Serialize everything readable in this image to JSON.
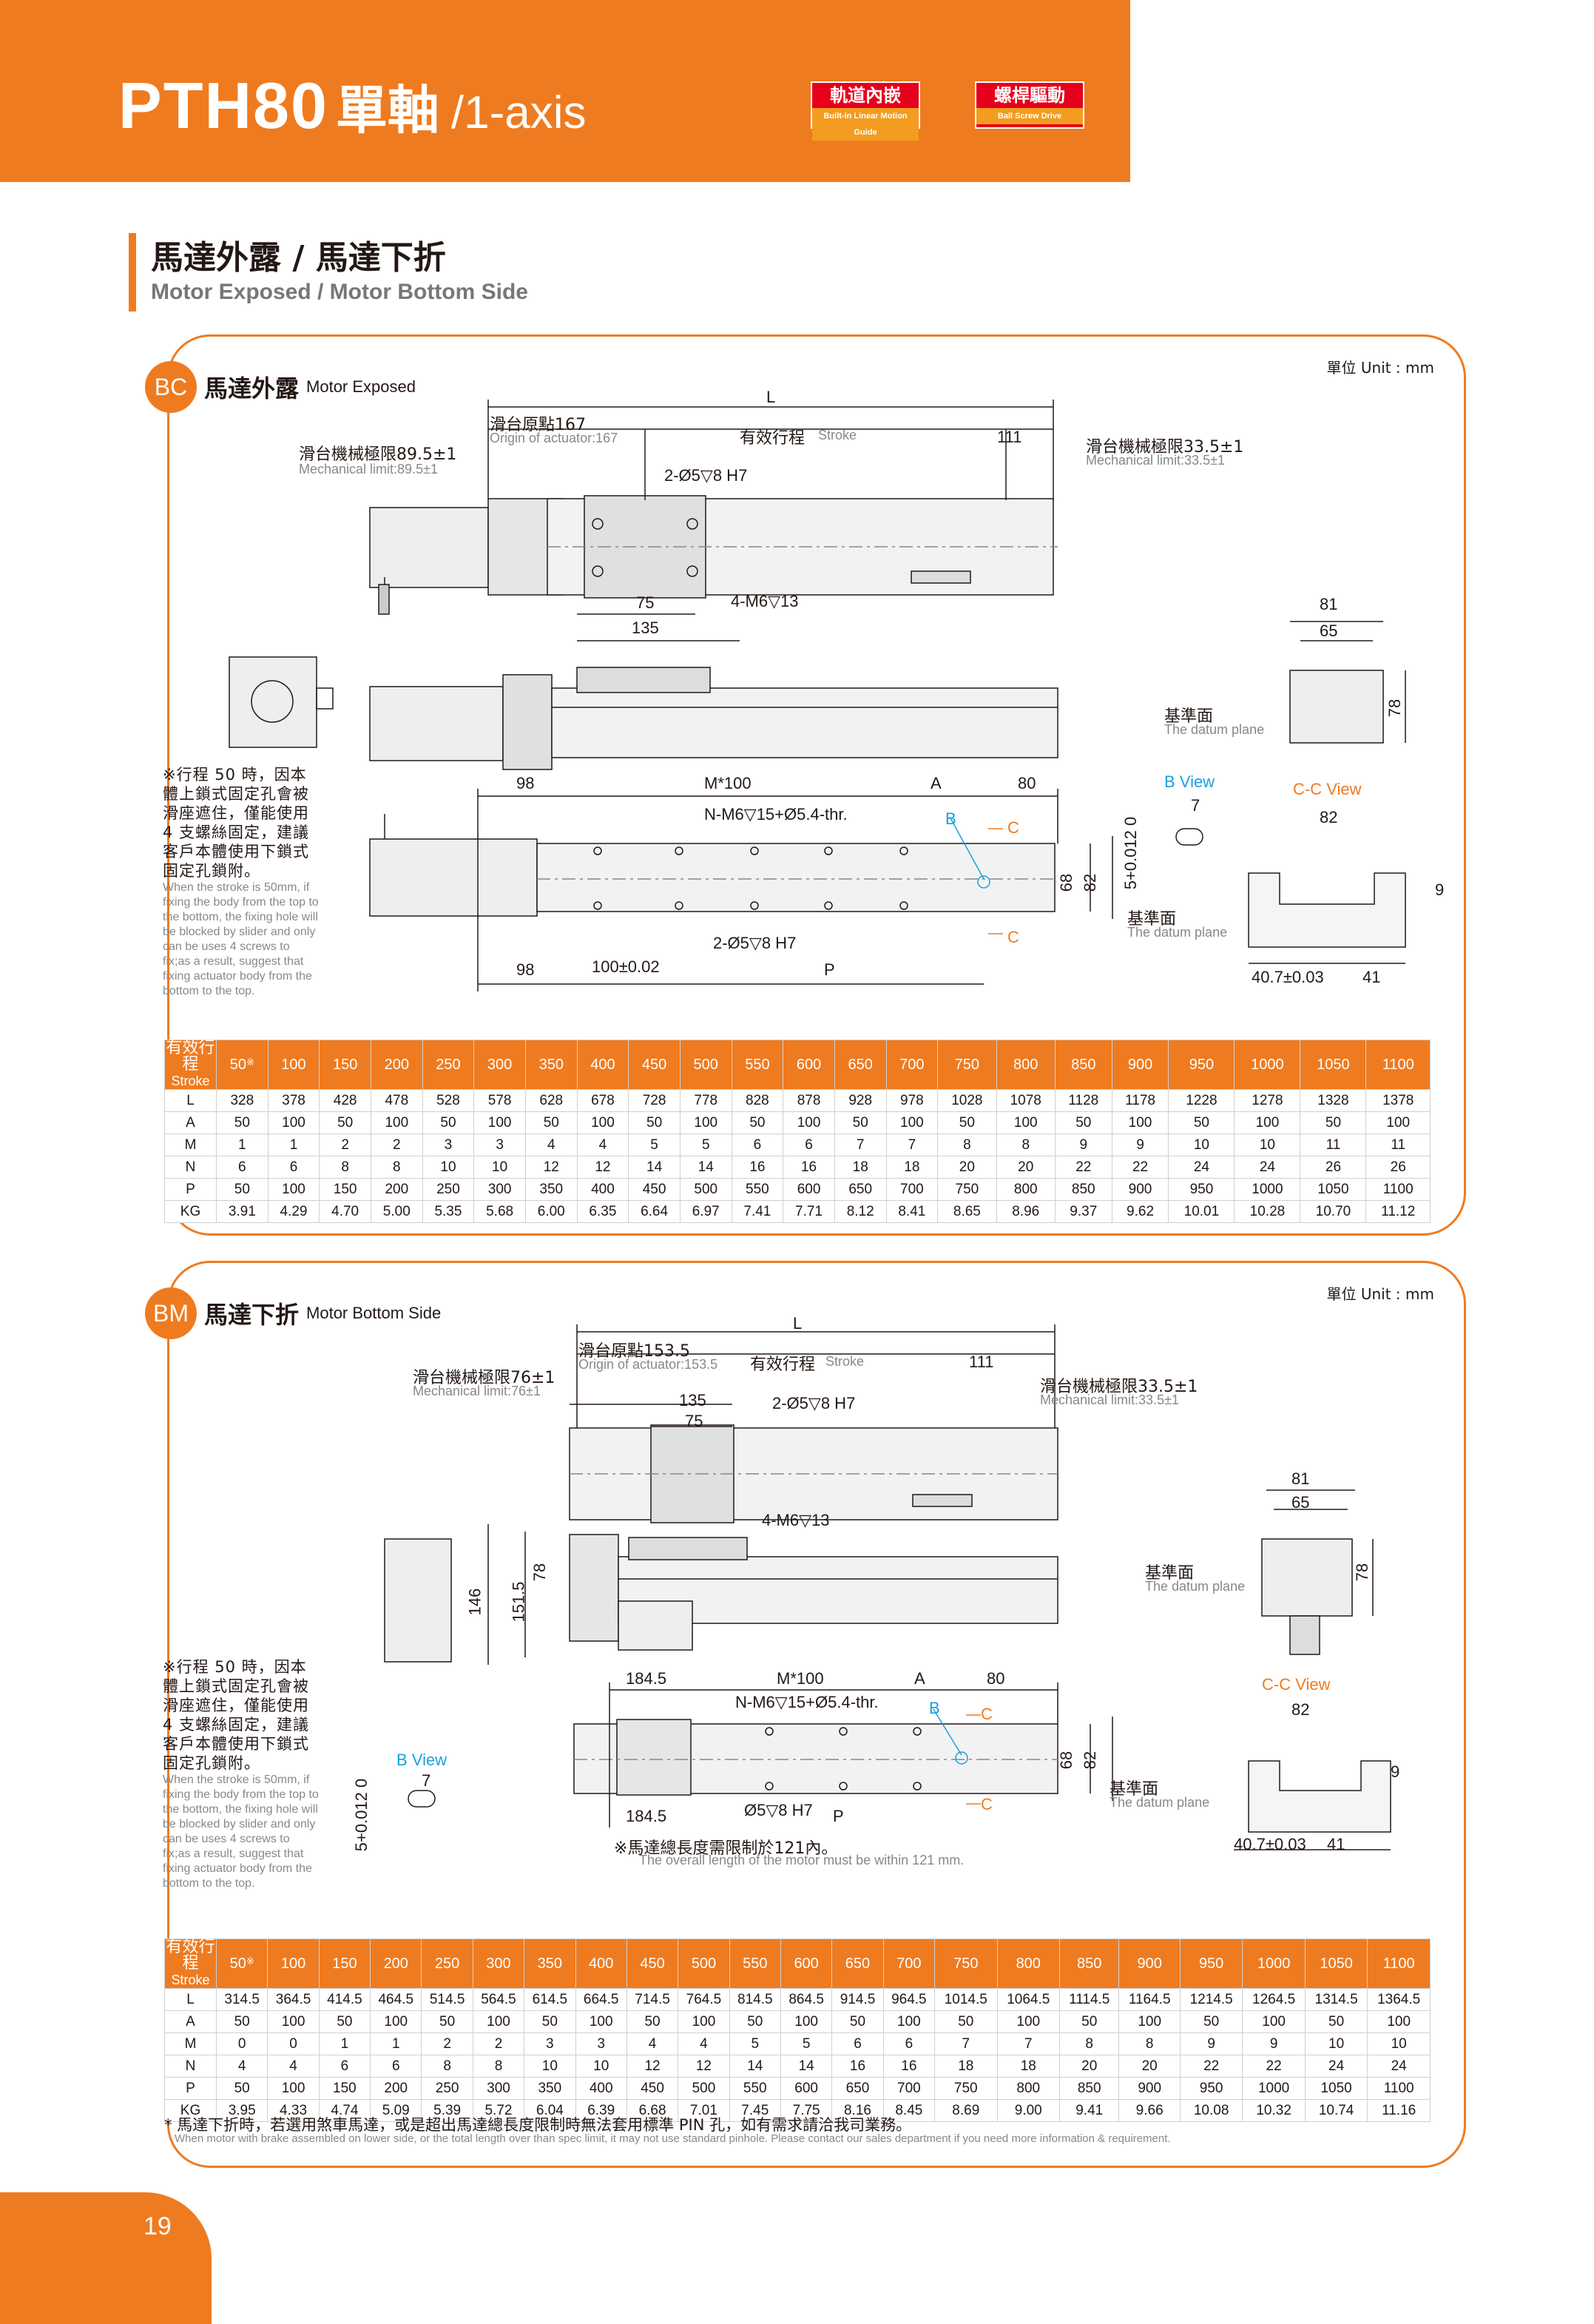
{
  "header": {
    "model": "PTH80",
    "title_cn": "單軸",
    "title_en": "/1-axis",
    "badges": [
      {
        "cn": "軌道內嵌",
        "en": "Built-in Linear Motion Guide"
      },
      {
        "cn": "螺桿驅動",
        "en": "Ball Screw Drive"
      }
    ]
  },
  "section": {
    "title_cn": "馬達外露 / 馬達下折",
    "title_en": "Motor Exposed / Motor Bottom Side"
  },
  "colors": {
    "accent": "#ef7b20",
    "red": "#e6001c",
    "blue": "#1aa0dc"
  },
  "panel_bc": {
    "tag": "BC",
    "title_cn": "馬達外露",
    "title_en": "Motor Exposed",
    "unit": "單位 Unit : mm",
    "labels": {
      "L": "L",
      "origin_cn": "滑台原點167",
      "origin_en": "Origin of actuator:167",
      "stroke_cn": "有效行程",
      "stroke_en": "Stroke",
      "d111": "111",
      "mech_left_cn": "滑台機械極限89.5±1",
      "mech_left_en": "Mechanical limit:89.5±1",
      "mech_right_cn": "滑台機械極限33.5±1",
      "mech_right_en": "Mechanical limit:33.5±1",
      "hole_top": "2-Ø5▽8 H7",
      "d75": "75",
      "d135": "135",
      "tap": "4-M6▽13",
      "d81": "81",
      "d65": "65",
      "d78": "78",
      "datum_cn": "基準面",
      "datum_en": "The datum plane",
      "d98": "98",
      "m100": "M*100",
      "A": "A",
      "d80": "80",
      "n_tap": "N-M6▽15+Ø5.4-thr.",
      "B": "B",
      "C": "C",
      "d68": "68",
      "d82": "82",
      "hole_bot": "2-Ø5▽8 H7",
      "d98b": "98",
      "d100": "100±0.02",
      "P": "P",
      "bview": "B View",
      "d7": "7",
      "tol": "5+0.012 0",
      "ccview": "C-C View",
      "d82b": "82",
      "d9": "9",
      "d407": "40.7±0.03",
      "d41": "41"
    },
    "note_cn": "※行程 50 時，因本體上鎖式固定孔會被滑座遮住，僅能使用 4 支螺絲固定，建議客戶本體使用下鎖式固定孔鎖附。",
    "note_en": "When the stroke is 50mm, if fixing the body from the top to the bottom, the fixing hole will be blocked by slider and only can be uses 4 screws to fix;as a result, suggest that fixing actuator body from the bottom to the top.",
    "table": {
      "head_cn": "有效行程",
      "head_en": "Stroke",
      "strokes": [
        "50",
        "100",
        "150",
        "200",
        "250",
        "300",
        "350",
        "400",
        "450",
        "500",
        "550",
        "600",
        "650",
        "700",
        "750",
        "800",
        "850",
        "900",
        "950",
        "1000",
        "1050",
        "1100"
      ],
      "mark": "※",
      "rows": [
        {
          "label": "L",
          "values": [
            "328",
            "378",
            "428",
            "478",
            "528",
            "578",
            "628",
            "678",
            "728",
            "778",
            "828",
            "878",
            "928",
            "978",
            "1028",
            "1078",
            "1128",
            "1178",
            "1228",
            "1278",
            "1328",
            "1378"
          ]
        },
        {
          "label": "A",
          "values": [
            "50",
            "100",
            "50",
            "100",
            "50",
            "100",
            "50",
            "100",
            "50",
            "100",
            "50",
            "100",
            "50",
            "100",
            "50",
            "100",
            "50",
            "100",
            "50",
            "100",
            "50",
            "100"
          ]
        },
        {
          "label": "M",
          "values": [
            "1",
            "1",
            "2",
            "2",
            "3",
            "3",
            "4",
            "4",
            "5",
            "5",
            "6",
            "6",
            "7",
            "7",
            "8",
            "8",
            "9",
            "9",
            "10",
            "10",
            "11",
            "11"
          ]
        },
        {
          "label": "N",
          "values": [
            "6",
            "6",
            "8",
            "8",
            "10",
            "10",
            "12",
            "12",
            "14",
            "14",
            "16",
            "16",
            "18",
            "18",
            "20",
            "20",
            "22",
            "22",
            "24",
            "24",
            "26",
            "26"
          ]
        },
        {
          "label": "P",
          "values": [
            "50",
            "100",
            "150",
            "200",
            "250",
            "300",
            "350",
            "400",
            "450",
            "500",
            "550",
            "600",
            "650",
            "700",
            "750",
            "800",
            "850",
            "900",
            "950",
            "1000",
            "1050",
            "1100"
          ]
        },
        {
          "label": "KG",
          "values": [
            "3.91",
            "4.29",
            "4.70",
            "5.00",
            "5.35",
            "5.68",
            "6.00",
            "6.35",
            "6.64",
            "6.97",
            "7.41",
            "7.71",
            "8.12",
            "8.41",
            "8.65",
            "8.96",
            "9.37",
            "9.62",
            "10.01",
            "10.28",
            "10.70",
            "11.12"
          ]
        }
      ]
    }
  },
  "panel_bm": {
    "tag": "BM",
    "title_cn": "馬達下折",
    "title_en": "Motor Bottom Side",
    "unit": "單位 Unit : mm",
    "labels": {
      "L": "L",
      "origin_cn": "滑台原點153.5",
      "origin_en": "Origin of actuator:153.5",
      "stroke_cn": "有效行程",
      "stroke_en": "Stroke",
      "d111": "111",
      "mech_left_cn": "滑台機械極限76±1",
      "mech_left_en": "Mechanical limit:76±1",
      "mech_right_cn": "滑台機械極限33.5±1",
      "mech_right_en": "Mechanical limit:33.5±1",
      "d135": "135",
      "d75": "75",
      "hole_top": "2-Ø5▽8 H7",
      "tap": "4-M6▽13",
      "d81": "81",
      "d65": "65",
      "d78": "78",
      "datum_cn": "基準面",
      "datum_en": "The datum plane",
      "d146": "146",
      "d1515": "151.5",
      "d78b": "78",
      "d1845": "184.5",
      "m100": "M*100",
      "A": "A",
      "d80": "80",
      "n_tap": "N-M6▽15+Ø5.4-thr.",
      "B": "B",
      "C": "C",
      "d68": "68",
      "d82": "82",
      "d1845b": "184.5",
      "hole_bot": "Ø5▽8 H7",
      "P": "P",
      "motor_cn": "※馬達總長度需限制於121內。",
      "motor_en": "The overall length of the motor must be within 121 mm.",
      "ccview": "C-C View",
      "d82b": "82",
      "d9": "9",
      "d407": "40.7±0.03",
      "d41": "41",
      "bview": "B View",
      "d7": "7",
      "tol": "5+0.012 0"
    },
    "note_cn": "※行程 50 時，因本體上鎖式固定孔會被滑座遮住，僅能使用 4 支螺絲固定，建議客戶本體使用下鎖式固定孔鎖附。",
    "note_en": "When the stroke is 50mm, if fixing the body from the top to the bottom, the fixing hole will be blocked by slider and only can be uses 4 screws to fix;as a result, suggest that fixing actuator body from the bottom to the top.",
    "table": {
      "head_cn": "有效行程",
      "head_en": "Stroke",
      "strokes": [
        "50",
        "100",
        "150",
        "200",
        "250",
        "300",
        "350",
        "400",
        "450",
        "500",
        "550",
        "600",
        "650",
        "700",
        "750",
        "800",
        "850",
        "900",
        "950",
        "1000",
        "1050",
        "1100"
      ],
      "mark": "※",
      "rows": [
        {
          "label": "L",
          "values": [
            "314.5",
            "364.5",
            "414.5",
            "464.5",
            "514.5",
            "564.5",
            "614.5",
            "664.5",
            "714.5",
            "764.5",
            "814.5",
            "864.5",
            "914.5",
            "964.5",
            "1014.5",
            "1064.5",
            "1114.5",
            "1164.5",
            "1214.5",
            "1264.5",
            "1314.5",
            "1364.5"
          ]
        },
        {
          "label": "A",
          "values": [
            "50",
            "100",
            "50",
            "100",
            "50",
            "100",
            "50",
            "100",
            "50",
            "100",
            "50",
            "100",
            "50",
            "100",
            "50",
            "100",
            "50",
            "100",
            "50",
            "100",
            "50",
            "100"
          ]
        },
        {
          "label": "M",
          "values": [
            "0",
            "0",
            "1",
            "1",
            "2",
            "2",
            "3",
            "3",
            "4",
            "4",
            "5",
            "5",
            "6",
            "6",
            "7",
            "7",
            "8",
            "8",
            "9",
            "9",
            "10",
            "10"
          ]
        },
        {
          "label": "N",
          "values": [
            "4",
            "4",
            "6",
            "6",
            "8",
            "8",
            "10",
            "10",
            "12",
            "12",
            "14",
            "14",
            "16",
            "16",
            "18",
            "18",
            "20",
            "20",
            "22",
            "22",
            "24",
            "24"
          ]
        },
        {
          "label": "P",
          "values": [
            "50",
            "100",
            "150",
            "200",
            "250",
            "300",
            "350",
            "400",
            "450",
            "500",
            "550",
            "600",
            "650",
            "700",
            "750",
            "800",
            "850",
            "900",
            "950",
            "1000",
            "1050",
            "1100"
          ]
        },
        {
          "label": "KG",
          "values": [
            "3.95",
            "4.33",
            "4.74",
            "5.09",
            "5.39",
            "5.72",
            "6.04",
            "6.39",
            "6.68",
            "7.01",
            "7.45",
            "7.75",
            "8.16",
            "8.45",
            "8.69",
            "9.00",
            "9.41",
            "9.66",
            "10.08",
            "10.32",
            "10.74",
            "11.16"
          ]
        }
      ]
    }
  },
  "footnote": {
    "cn": "* 馬達下折時，若選用煞車馬達，或是超出馬達總長度限制時無法套用標準 PIN 孔，如有需求請洽我司業務。",
    "en": "When motor with brake assembled on lower side, or the total length over than spec limit, it may not use standard pinhole. Please contact our sales department if you need more information & requirement."
  },
  "page_number": "19"
}
